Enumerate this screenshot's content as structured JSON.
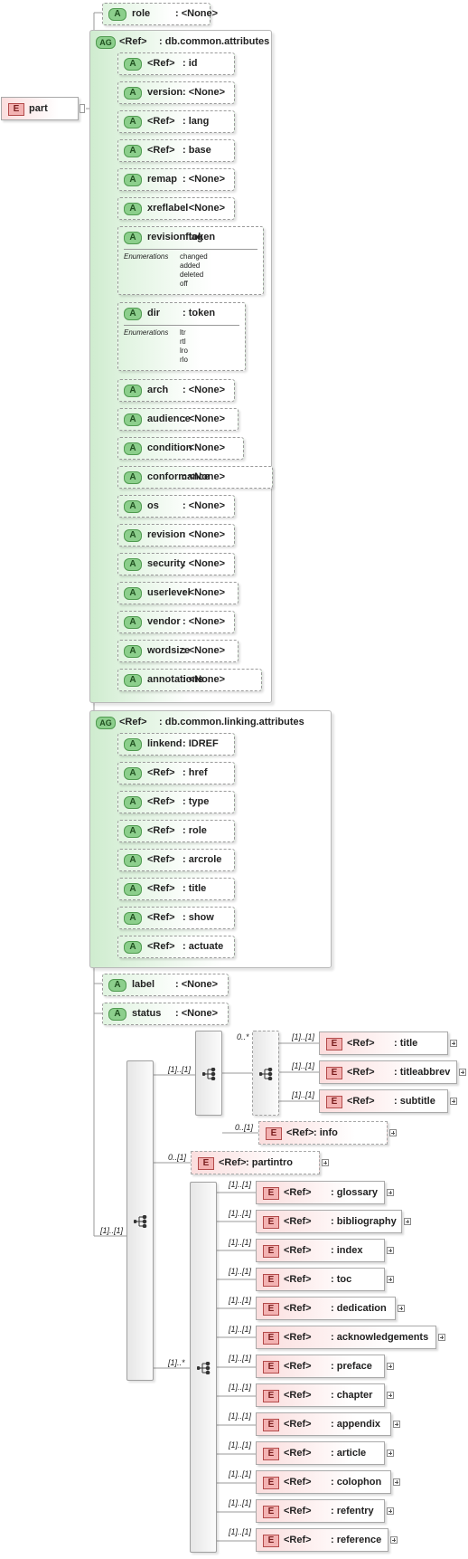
{
  "root": {
    "badge": "E",
    "name": "part"
  },
  "attr_badge": "A",
  "group_badge": "AG",
  "elem_badge": "E",
  "top_attrs": [
    {
      "name": "role",
      "type": ": <None>"
    }
  ],
  "common_group": {
    "ref": "<Ref>",
    "name": ": db.common.attributes"
  },
  "common_attrs": [
    {
      "name": "<Ref>",
      "type": ": id"
    },
    {
      "name": "version",
      "type": ": <None>"
    },
    {
      "name": "<Ref>",
      "type": ": lang"
    },
    {
      "name": "<Ref>",
      "type": ": base"
    },
    {
      "name": "remap",
      "type": ": <None>"
    },
    {
      "name": "xreflabel",
      "type": ": <None>"
    },
    {
      "name": "revisionflag",
      "type": ": token",
      "enum_label": "Enumerations",
      "enum": [
        "changed",
        "added",
        "deleted",
        "off"
      ]
    },
    {
      "name": "dir",
      "type": ": token",
      "enum_label": "Enumerations",
      "enum": [
        "ltr",
        "rtl",
        "lro",
        "rlo"
      ]
    },
    {
      "name": "arch",
      "type": ": <None>"
    },
    {
      "name": "audience",
      "type": ": <None>"
    },
    {
      "name": "condition",
      "type": ": <None>"
    },
    {
      "name": "conformance",
      "type": ": <None>"
    },
    {
      "name": "os",
      "type": ": <None>"
    },
    {
      "name": "revision",
      "type": ": <None>"
    },
    {
      "name": "security",
      "type": ": <None>"
    },
    {
      "name": "userlevel",
      "type": ": <None>"
    },
    {
      "name": "vendor",
      "type": ": <None>"
    },
    {
      "name": "wordsize",
      "type": ": <None>"
    },
    {
      "name": "annotations",
      "type": ": <None>"
    }
  ],
  "linking_group": {
    "ref": "<Ref>",
    "name": ": db.common.linking.attributes"
  },
  "linking_attrs": [
    {
      "name": "linkend",
      "type": ": IDREF"
    },
    {
      "name": "<Ref>",
      "type": ": href"
    },
    {
      "name": "<Ref>",
      "type": ": type"
    },
    {
      "name": "<Ref>",
      "type": ": role"
    },
    {
      "name": "<Ref>",
      "type": ": arcrole"
    },
    {
      "name": "<Ref>",
      "type": ": title"
    },
    {
      "name": "<Ref>",
      "type": ": show"
    },
    {
      "name": "<Ref>",
      "type": ": actuate"
    }
  ],
  "bottom_attrs": [
    {
      "name": "label",
      "type": ": <None>"
    },
    {
      "name": "status",
      "type": ": <None>"
    }
  ],
  "cardinalities": {
    "main_seq": "[1]..[1]",
    "inner_seq": "[1]..[1]",
    "choice_group": "0..*",
    "title": "[1]..[1]",
    "titleabbrev": "[1]..[1]",
    "subtitle": "[1]..[1]",
    "info": "0..[1]",
    "partintro": "0..[1]",
    "content_seq": "[1]..*"
  },
  "title_elems": [
    {
      "ref": "<Ref>",
      "type": ": title"
    },
    {
      "ref": "<Ref>",
      "type": ": titleabbrev"
    },
    {
      "ref": "<Ref>",
      "type": ": subtitle"
    }
  ],
  "info_elem": {
    "ref": "<Ref>",
    "type": ": info"
  },
  "partintro_elem": {
    "ref": "<Ref>",
    "type": ": partintro"
  },
  "content_elems": [
    {
      "card": "[1]..[1]",
      "ref": "<Ref>",
      "type": ": glossary"
    },
    {
      "card": "[1]..[1]",
      "ref": "<Ref>",
      "type": ": bibliography"
    },
    {
      "card": "[1]..[1]",
      "ref": "<Ref>",
      "type": ": index"
    },
    {
      "card": "[1]..[1]",
      "ref": "<Ref>",
      "type": ": toc"
    },
    {
      "card": "[1]..[1]",
      "ref": "<Ref>",
      "type": ": dedication"
    },
    {
      "card": "[1]..[1]",
      "ref": "<Ref>",
      "type": ": acknowledgements"
    },
    {
      "card": "[1]..[1]",
      "ref": "<Ref>",
      "type": ": preface"
    },
    {
      "card": "[1]..[1]",
      "ref": "<Ref>",
      "type": ": chapter"
    },
    {
      "card": "[1]..[1]",
      "ref": "<Ref>",
      "type": ": appendix"
    },
    {
      "card": "[1]..[1]",
      "ref": "<Ref>",
      "type": ": article"
    },
    {
      "card": "[1]..[1]",
      "ref": "<Ref>",
      "type": ": colophon"
    },
    {
      "card": "[1]..[1]",
      "ref": "<Ref>",
      "type": ": refentry"
    },
    {
      "card": "[1]..[1]",
      "ref": "<Ref>",
      "type": ": reference"
    }
  ]
}
